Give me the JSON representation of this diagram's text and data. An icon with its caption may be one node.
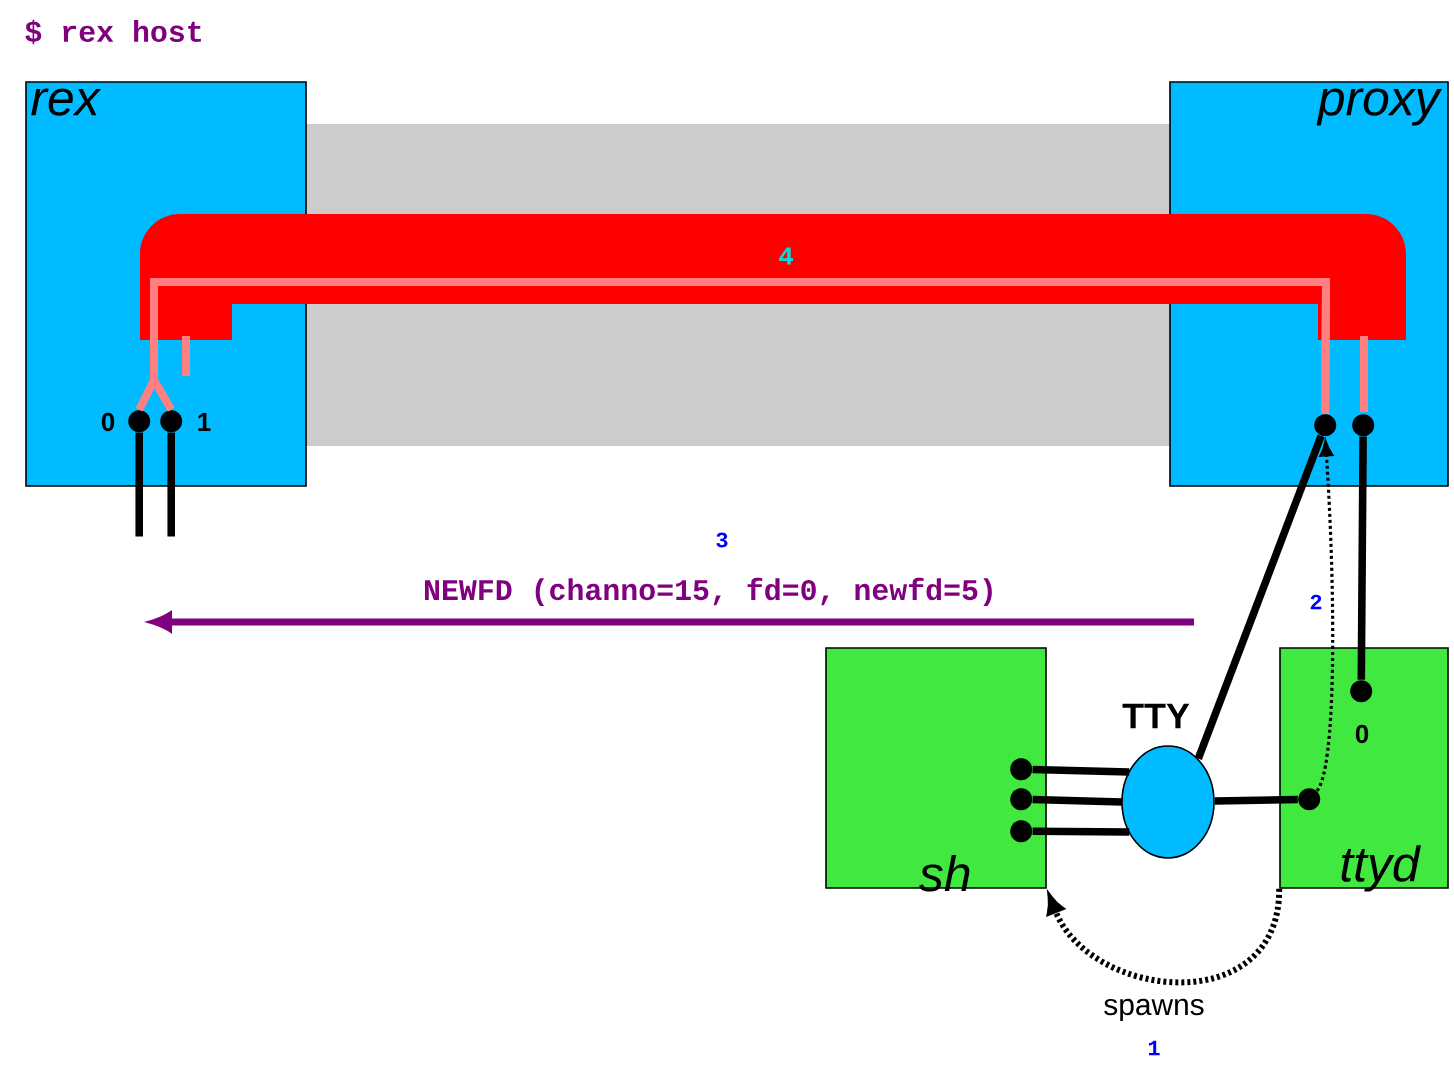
{
  "diagram": {
    "title": "$ rex host",
    "nodes": [
      {
        "text": [
          "rex"
        ]
      },
      {
        "text": [
          "proxy"
        ]
      },
      {
        "text": [
          "sh"
        ]
      },
      {
        "text": [
          "ttyd"
        ]
      },
      {
        "text": [
          "TTY"
        ]
      },
      {
        "text": [],
        "shape": "circle",
        "in": 0,
        "beside": [
          "0"
        ]
      },
      {
        "text": [],
        "shape": "circle",
        "in": 0,
        "beside": [
          "1"
        ]
      },
      {
        "text": [],
        "shape": "circle",
        "in": 1
      },
      {
        "text": [],
        "shape": "circle",
        "in": 1
      },
      {
        "text": [],
        "shape": "circle",
        "in": 3,
        "beside": [
          "0"
        ]
      },
      {
        "text": [],
        "shape": "circle",
        "in": 3
      },
      {
        "text": [],
        "shape": "circle",
        "in": 2
      },
      {
        "text": [],
        "shape": "circle",
        "in": 2
      },
      {
        "text": [],
        "shape": "circle",
        "in": 2
      }
    ],
    "edges": [
      {
        "from": 5,
        "to": null,
        "arrow": "none"
      },
      {
        "from": 6,
        "to": null,
        "arrow": "none"
      },
      {
        "from": 5,
        "to": 7,
        "arrow": "none",
        "color": "#ff8080"
      },
      {
        "from": 6,
        "to": 7,
        "arrow": "none",
        "color": "#ff8080"
      },
      {
        "from": 4,
        "to": 7,
        "arrow": "none"
      },
      {
        "from": 8,
        "to": 9,
        "arrow": "none"
      },
      {
        "from": 11,
        "to": 4,
        "arrow": "none"
      },
      {
        "from": 12,
        "to": 4,
        "arrow": "none"
      },
      {
        "from": 13,
        "to": 4,
        "arrow": "none"
      },
      {
        "from": 4,
        "to": 10,
        "arrow": "none"
      },
      {
        "from": 10,
        "to": 7,
        "arrow": "to",
        "style": "dashed"
      },
      {
        "from": 3,
        "to": 2,
        "arrow": "to",
        "style": "dashed",
        "label": "spawns"
      }
    ],
    "labels": [
      "4",
      "3",
      "NEWFD (channo=15, fd=0, newfd=5)",
      "2",
      "1"
    ]
  }
}
